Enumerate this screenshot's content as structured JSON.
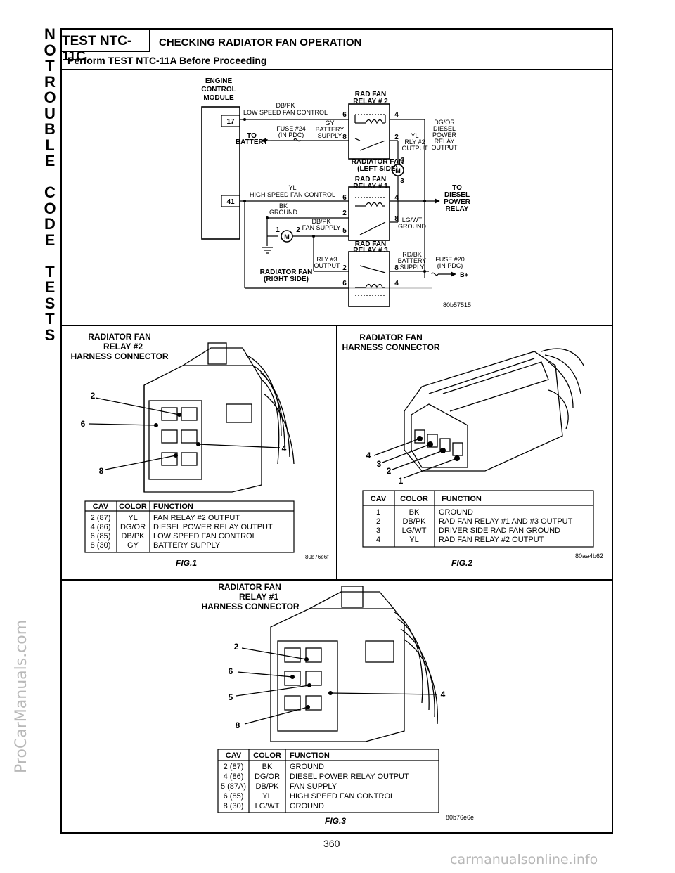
{
  "side_title": [
    "N",
    "O",
    "",
    "T",
    "R",
    "O",
    "U",
    "B",
    "L",
    "E",
    "",
    "C",
    "O",
    "D",
    "E",
    "",
    "T",
    "E",
    "S",
    "T",
    "S"
  ],
  "watermark_left": "ProCarManuals.com",
  "watermark_bottom": "carmanualsonline.info",
  "header": {
    "test_id": "TEST NTC-11C",
    "title": "CHECKING RADIATOR FAN OPERATION",
    "subtitle": "Perform TEST NTC-11A Before Proceeding"
  },
  "wiring": {
    "ecm": [
      "ENGINE",
      "CONTROL",
      "MODULE"
    ],
    "pin17": "17",
    "pin41": "41",
    "dbpk_low": [
      "DB/PK",
      "LOW SPEED FAN CONTROL"
    ],
    "to_battery": [
      "TO",
      "BATTERY"
    ],
    "fuse24": [
      "FUSE #24",
      "(IN PDC)"
    ],
    "gy_supply": [
      "GY",
      "BATTERY",
      "SUPPLY"
    ],
    "relay2": [
      "RAD FAN",
      "RELAY # 2"
    ],
    "relay1": [
      "RAD FAN",
      "RELAY # 1"
    ],
    "relay3": [
      "RAD FAN",
      "RELAY # 3"
    ],
    "dgor": [
      "DG/OR",
      "DIESEL",
      "POWER",
      "RELAY",
      "OUTPUT"
    ],
    "yl_rly2": [
      "YL",
      "RLY #2",
      "OUTPUT"
    ],
    "fan_left": [
      "RADIATOR FAN",
      "(LEFT SIDE)"
    ],
    "to_diesel": [
      "TO",
      "DIESEL",
      "POWER",
      "RELAY"
    ],
    "yl_high": [
      "YL",
      "HIGH SPEED FAN CONTROL"
    ],
    "bk_ground": [
      "BK",
      "GROUND"
    ],
    "dbpk_supply": [
      "DB/PK",
      "FAN SUPPLY"
    ],
    "lgwt": [
      "LG/WT",
      "GROUND"
    ],
    "fan_right": [
      "RADIATOR FAN",
      "(RIGHT SIDE)"
    ],
    "rly3_out": [
      "RLY #3",
      "OUTPUT"
    ],
    "rdbk": [
      "RD/BK",
      "BATTERY",
      "SUPPLY"
    ],
    "fuse20": [
      "FUSE #20",
      "(IN PDC)"
    ],
    "bplus": "B+",
    "motor": "M",
    "pins": {
      "six": "6",
      "four": "4",
      "eight": "8",
      "two": "2",
      "three": "3",
      "five": "5",
      "one": "1"
    },
    "code": "80b57515"
  },
  "fig1": {
    "title": [
      "RADIATOR FAN",
      "RELAY #2",
      "HARNESS CONNECTOR"
    ],
    "callouts": [
      "2",
      "6",
      "4",
      "8"
    ],
    "headers": [
      "CAV",
      "COLOR",
      "FUNCTION"
    ],
    "rows": [
      [
        "2 (87)",
        "YL",
        "FAN RELAY #2 OUTPUT"
      ],
      [
        "4 (86)",
        "DG/OR",
        "DIESEL POWER RELAY OUTPUT"
      ],
      [
        "6 (85)",
        "DB/PK",
        "LOW SPEED FAN CONTROL"
      ],
      [
        "8 (30)",
        "GY",
        "BATTERY SUPPLY"
      ]
    ],
    "code": "80b76e6f",
    "label": "FIG.1"
  },
  "fig2": {
    "title": [
      "RADIATOR FAN",
      "HARNESS CONNECTOR"
    ],
    "callouts": [
      "4",
      "3",
      "2",
      "1"
    ],
    "headers": [
      "CAV",
      "COLOR",
      "FUNCTION"
    ],
    "rows": [
      [
        "1",
        "BK",
        "GROUND"
      ],
      [
        "2",
        "DB/PK",
        "RAD FAN RELAY #1 AND #3 OUTPUT"
      ],
      [
        "3",
        "LG/WT",
        "DRIVER SIDE RAD FAN GROUND"
      ],
      [
        "4",
        "YL",
        "RAD FAN RELAY #2 OUTPUT"
      ]
    ],
    "code": "80aa4b62",
    "label": "FIG.2"
  },
  "fig3": {
    "title": [
      "RADIATOR FAN",
      "RELAY #1",
      "HARNESS CONNECTOR"
    ],
    "callouts": [
      "2",
      "6",
      "5",
      "4",
      "8"
    ],
    "headers": [
      "CAV",
      "COLOR",
      "FUNCTION"
    ],
    "rows": [
      [
        "2 (87)",
        "BK",
        "GROUND"
      ],
      [
        "4 (86)",
        "DG/OR",
        "DIESEL POWER RELAY OUTPUT"
      ],
      [
        "5 (87A)",
        "DB/PK",
        "FAN SUPPLY"
      ],
      [
        "6 (85)",
        "YL",
        "HIGH SPEED FAN CONTROL"
      ],
      [
        "8 (30)",
        "LG/WT",
        "GROUND"
      ]
    ],
    "code": "80b76e6e",
    "label": "FIG.3"
  },
  "page_number": "360"
}
